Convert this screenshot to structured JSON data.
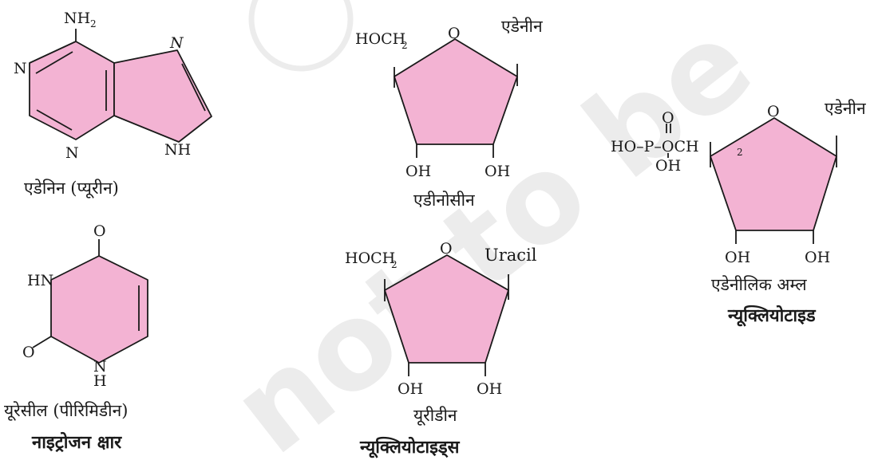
{
  "watermark": {
    "symbol": "©",
    "text": "not to be"
  },
  "atoms": {
    "nh2": "NH",
    "nh2_sub": "2",
    "n": "N",
    "n_italic": "N",
    "nh": "NH",
    "o": "O",
    "hn": "HN",
    "h": "H",
    "hoch2": "HOCH",
    "hoch2_sub": "2",
    "oh": "OH",
    "ho_p": "HO–P–OCH",
    "ho_p_sub": "2",
    "p_o": "O",
    "p_oh": "OH"
  },
  "labels": {
    "adenine_purine": "एडेनिन (प्यूरीन)",
    "uracil_pyrimidine": "यूरेसील (पीरिमिडीन)",
    "nitrogen_base": "नाइट्रोजन क्षार",
    "adenine_on_sugar": "एडेनीन",
    "adenosine": "एडीनोसीन",
    "uracil_on_sugar": "Uracil",
    "uridine": "यूरीडीन",
    "nucleosides": "न्यूक्लियोटाइड्स",
    "adenine_on_nucleotide": "एडेनीन",
    "adenylic_acid": "एडेनीलिक अम्ल",
    "nucleotide": "न्यूक्लियोटाइड"
  }
}
